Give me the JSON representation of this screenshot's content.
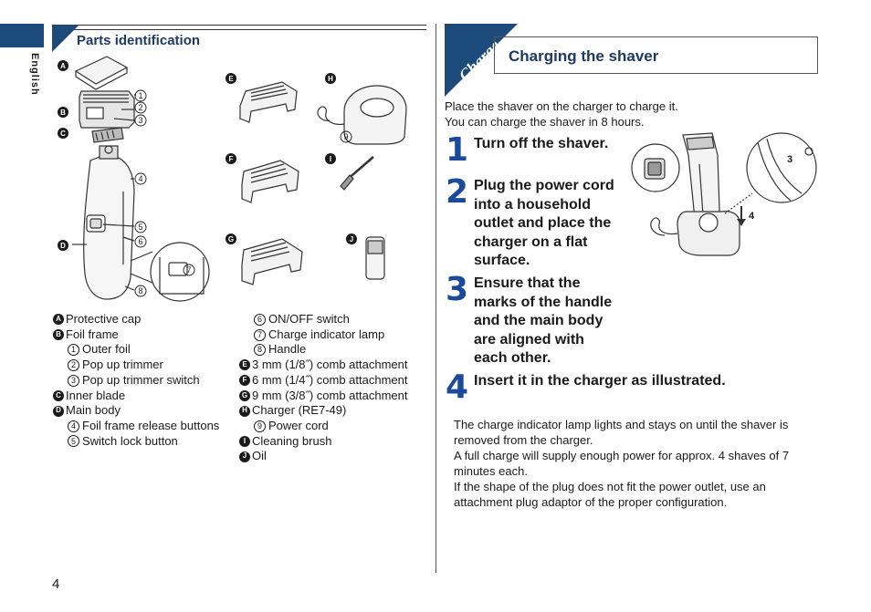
{
  "sidebar": {
    "language": "English"
  },
  "page_number": "4",
  "parts": {
    "title": "Parts identification",
    "illustration_labels": {
      "A": "A",
      "B": "B",
      "C": "C",
      "D": "D",
      "E": "E",
      "F": "F",
      "G": "G",
      "H": "H",
      "I": "I",
      "J": "J",
      "n1": "1",
      "n2": "2",
      "n3": "3",
      "n4": "4",
      "n5": "5",
      "n6": "6",
      "n7": "7",
      "n8": "8",
      "n9": "9"
    },
    "list_left": [
      {
        "badge": "A",
        "text": "Protective cap"
      },
      {
        "badge": "B",
        "text": "Foil frame"
      },
      {
        "num": "1",
        "text": "Outer foil"
      },
      {
        "num": "2",
        "text": "Pop up trimmer"
      },
      {
        "num": "3",
        "text": "Pop up trimmer switch"
      },
      {
        "badge": "C",
        "text": "Inner blade"
      },
      {
        "badge": "D",
        "text": "Main body"
      },
      {
        "num": "4",
        "text": "Foil frame release buttons"
      },
      {
        "num": "5",
        "text": "Switch lock button"
      }
    ],
    "list_right": [
      {
        "num": "6",
        "text": "ON/OFF switch"
      },
      {
        "num": "7",
        "text": "Charge indicator lamp"
      },
      {
        "num": "8",
        "text": "Handle"
      },
      {
        "badge": "E",
        "text": "3 mm (1/8˝) comb attachment"
      },
      {
        "badge": "F",
        "text": "6 mm (1/4˝) comb attachment"
      },
      {
        "badge": "G",
        "text": "9 mm (3/8˝) comb attachment"
      },
      {
        "badge": "H",
        "text": "Charger (RE7-49)"
      },
      {
        "num": "9",
        "text": "Power cord"
      },
      {
        "badge": "I",
        "text": "Cleaning brush"
      },
      {
        "badge": "J",
        "text": "Oil"
      }
    ]
  },
  "charge": {
    "tab_label": "Charge",
    "title": "Charging the shaver",
    "intro_1": "Place the shaver on the charger to charge it.",
    "intro_2": "You can charge the shaver in 8 hours.",
    "steps": [
      {
        "n": "1",
        "lines": [
          "Turn off the shaver."
        ]
      },
      {
        "n": "2",
        "lines": [
          "Plug the power cord",
          "into a household",
          "outlet and place the",
          "charger on a flat",
          "surface."
        ]
      },
      {
        "n": "3",
        "lines": [
          "Ensure that the",
          "marks of the handle",
          "and the main body",
          "are aligned with",
          "each other."
        ]
      },
      {
        "n": "4",
        "lines": [
          "Insert it in the charger as illustrated."
        ]
      }
    ],
    "illustration_labels": {
      "three": "3",
      "four": "4"
    },
    "notes": [
      "The charge indicator lamp lights and stays on until the shaver is removed from the charger.",
      "A full charge will supply enough power for approx. 4 shaves of 7 minutes each.",
      "If the shape of the plug does not fit the power outlet, use an attachment plug adaptor of the proper configuration."
    ]
  },
  "colors": {
    "accent": "#1c4a7a",
    "title": "#1c3a66",
    "step_digit": "#1c4a9a"
  }
}
